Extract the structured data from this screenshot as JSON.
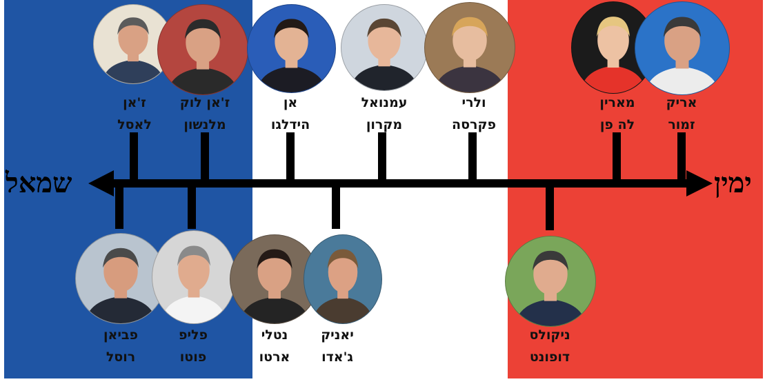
{
  "flag_colors": {
    "blue": "#1f55a4",
    "white": "#ffffff",
    "red": "#ec4136"
  },
  "axis": {
    "left_label": "שמאל",
    "right_label": "ימין",
    "arrow_icon": "double-arrow"
  },
  "people": [
    {
      "id": "jean-lassalle",
      "line1": "ז'אן",
      "line2": "לאסל",
      "side": "top"
    },
    {
      "id": "jean-luc-melenchon",
      "line1": "ז'אן לוק",
      "line2": "מלנשון",
      "side": "top"
    },
    {
      "id": "anne-hidalgo",
      "line1": "אן",
      "line2": "הידלגו",
      "side": "top"
    },
    {
      "id": "emmanuel-macron",
      "line1": "עמנואל",
      "line2": "מקרון",
      "side": "top"
    },
    {
      "id": "valerie-pecresse",
      "line1": "ולרי",
      "line2": "פקרסה",
      "side": "top"
    },
    {
      "id": "marine-le-pen",
      "line1": "מארין",
      "line2": "לה פן",
      "side": "top"
    },
    {
      "id": "eric-zemmour",
      "line1": "אריק",
      "line2": "זמור",
      "side": "top"
    },
    {
      "id": "fabien-roussel",
      "line1": "פביאן",
      "line2": "רוסל",
      "side": "bottom"
    },
    {
      "id": "philippe-poutou",
      "line1": "פליפ",
      "line2": "פוטו",
      "side": "bottom"
    },
    {
      "id": "nathalie-arthaud",
      "line1": "נטלי",
      "line2": "ארטו",
      "side": "bottom"
    },
    {
      "id": "yannick-jadot",
      "line1": "יאניק",
      "line2": "ג'אדו",
      "side": "bottom"
    },
    {
      "id": "nicolas-dupont-aignan",
      "line1": "ניקולס",
      "line2": "דופונט",
      "side": "bottom"
    }
  ]
}
